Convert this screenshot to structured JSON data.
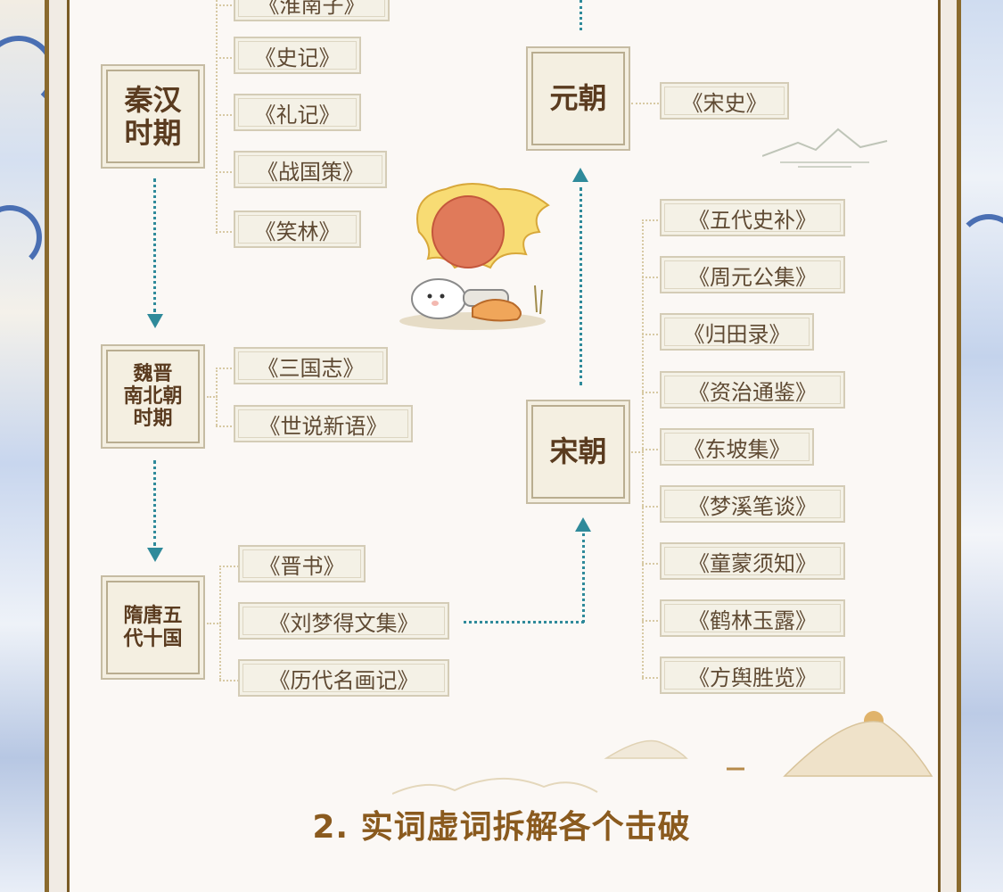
{
  "eras": {
    "qinhan": "秦汉\n时期",
    "weijin": "魏晋\n南北朝\n时期",
    "suitang": "隋唐五\n代十国",
    "song": "宋朝",
    "yuan": "元朝"
  },
  "books": {
    "qinhan": [
      "《淮南子》",
      "《史记》",
      "《礼记》",
      "《战国策》",
      "《笑林》"
    ],
    "weijin": [
      "《三国志》",
      "《世说新语》"
    ],
    "suitang": [
      "《晋书》",
      "《刘梦得文集》",
      "《历代名画记》"
    ],
    "yuan": [
      "《宋史》"
    ],
    "song": [
      "《五代史补》",
      "《周元公集》",
      "《归田录》",
      "《资治通鉴》",
      "《东坡集》",
      "《梦溪笔谈》",
      "《童蒙须知》",
      "《鹤林玉露》",
      "《方舆胜览》"
    ]
  },
  "section_title": "2. 实词虚词拆解各个击破",
  "colors": {
    "border_brown": "#8a6a2e",
    "arrow_teal": "#2f8a9a",
    "sun_red": "#e07a5a",
    "title_brown": "#8a5a1e"
  }
}
